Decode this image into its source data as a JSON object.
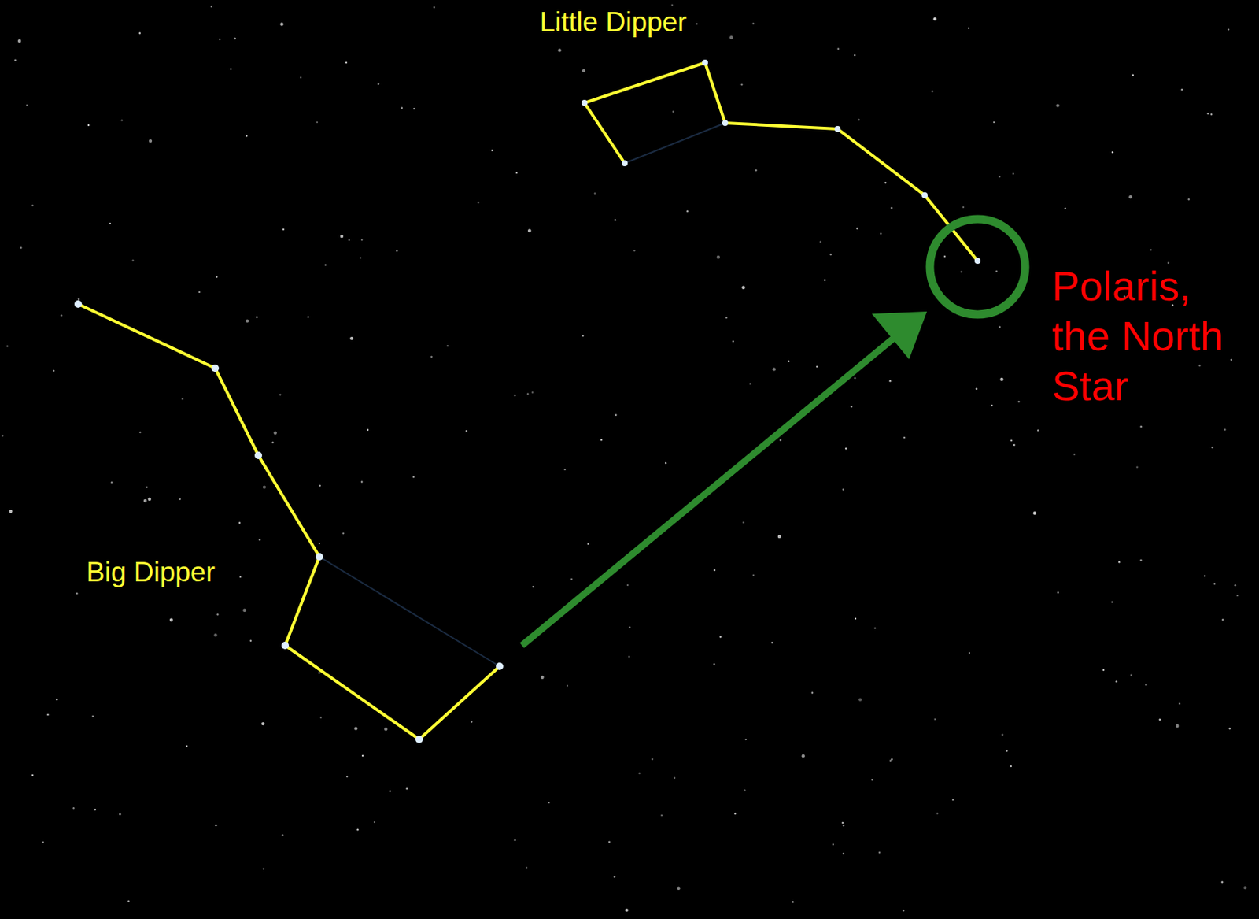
{
  "diagram": {
    "labels": [
      "Little Dipper",
      "Big Dipper",
      "Polaris, the North Star"
    ]
  }
}
